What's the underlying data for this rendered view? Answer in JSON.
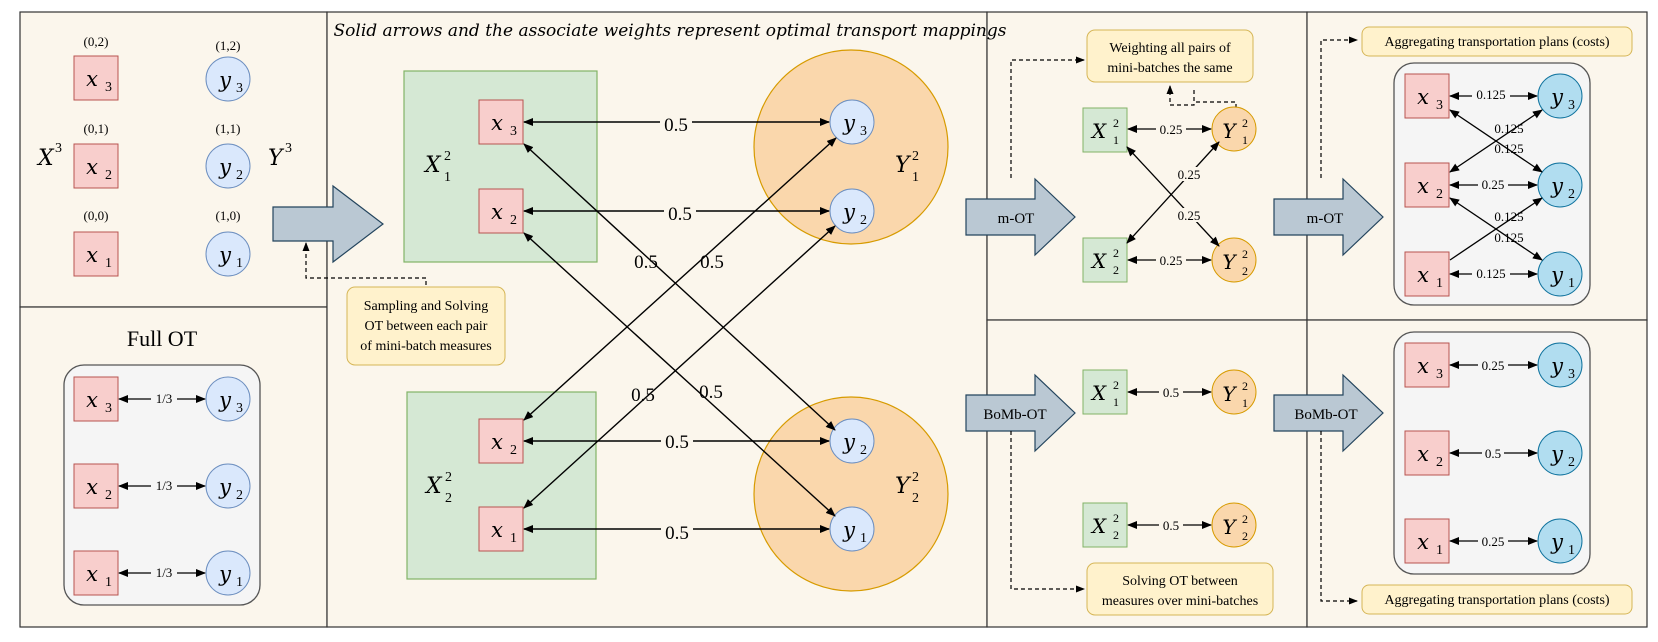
{
  "header": "Solid arrows and the associate weights represent optimal transport mappings",
  "full_ot_title": "Full OT",
  "coords": {
    "x3": "(0,2)",
    "x2": "(0,1)",
    "x1": "(0,0)",
    "y3": "(1,2)",
    "y2": "(1,1)",
    "y1": "(1,0)"
  },
  "set_labels": {
    "X": "X",
    "Y": "Y",
    "exp": "3"
  },
  "points": {
    "x": "x",
    "y": "y",
    "i1": "1",
    "i2": "2",
    "i3": "3"
  },
  "batch": {
    "X": "X",
    "Y": "Y",
    "sup": "2",
    "i1": "1",
    "i2": "2"
  },
  "notes": {
    "sampling": [
      "Sampling and Solving",
      "OT  between each pair",
      "of mini-batch measures"
    ],
    "weighting": [
      "Weighting all pairs of",
      "mini-batches the same"
    ],
    "solving": [
      "Solving OT between",
      "measures over mini-batches"
    ],
    "aggregating": "Aggregating transportation plans (costs)"
  },
  "arrows": {
    "m_ot": "m-OT",
    "bomb_ot": "BoMb-OT"
  },
  "weights": {
    "full": "1/3",
    "half": "0.5",
    "quarter": "0.25",
    "eighth": "0.125"
  },
  "colors": {
    "panel_bg": "#fbf6ec",
    "square_fill": "#f8cecc",
    "square_stroke": "#b85450",
    "circle_fill": "#dae8fc",
    "circle_stroke": "#6c8ebf",
    "green_fill": "#d5e8d4",
    "green_stroke": "#82b366",
    "orange_fill": "#fad7ac",
    "orange_stroke": "#d79b00",
    "note_fill": "#fff2cc",
    "note_stroke": "#d6b656",
    "arrow_fill": "#bac8d3",
    "arrow_stroke": "#23445d"
  }
}
